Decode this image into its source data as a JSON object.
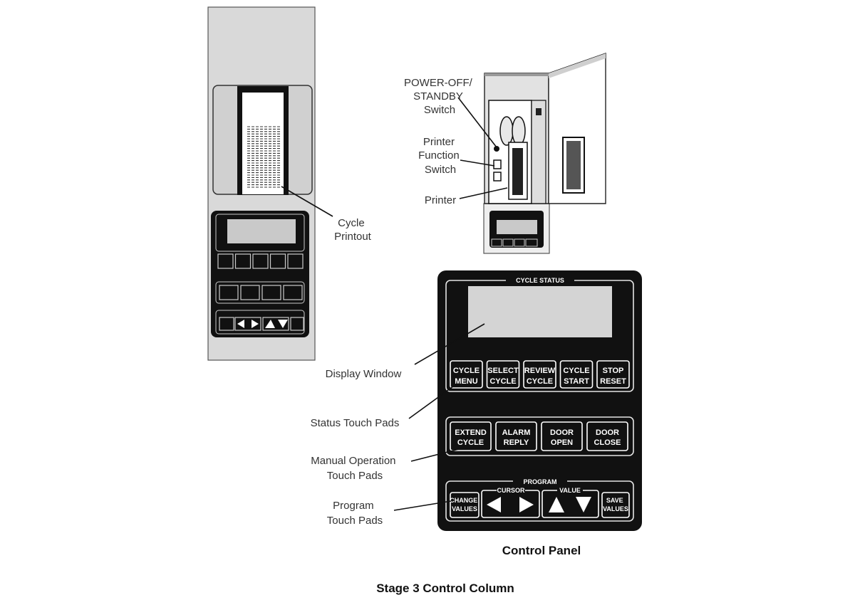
{
  "callouts": {
    "cycle_printout": [
      "Cycle",
      "Printout"
    ],
    "power_switch": [
      "POWER-OFF/",
      "STANDBY",
      "Switch"
    ],
    "printer_function_switch": [
      "Printer",
      "Function",
      "Switch"
    ],
    "printer": "Printer",
    "display_window": "Display Window",
    "status_touch_pads": "Status Touch Pads",
    "manual_operation_touch_pads": [
      "Manual Operation",
      "Touch Pads"
    ],
    "program_touch_pads": [
      "Program",
      "Touch Pads"
    ]
  },
  "panel": {
    "cycle_status_title": "CYCLE STATUS",
    "status_pads": [
      [
        "CYCLE",
        "MENU"
      ],
      [
        "SELECT",
        "CYCLE"
      ],
      [
        "REVIEW",
        "CYCLE"
      ],
      [
        "CYCLE",
        "START"
      ],
      [
        "STOP",
        "RESET"
      ]
    ],
    "manual_pads": [
      [
        "EXTEND",
        "CYCLE"
      ],
      [
        "ALARM",
        "REPLY"
      ],
      [
        "DOOR",
        "OPEN"
      ],
      [
        "DOOR",
        "CLOSE"
      ]
    ],
    "program_title": "PROGRAM",
    "cursor_label": "CURSOR",
    "value_label": "VALUE",
    "change_values": [
      "CHANGE",
      "VALUES"
    ],
    "save_values": [
      "SAVE",
      "VALUES"
    ]
  },
  "captions": {
    "control_panel": "Control Panel",
    "figure": "Stage 3 Control Column"
  },
  "colors": {
    "panel_black": "#111111",
    "column_gray": "#d9d9d9",
    "display_gray": "#d4d4d4"
  }
}
